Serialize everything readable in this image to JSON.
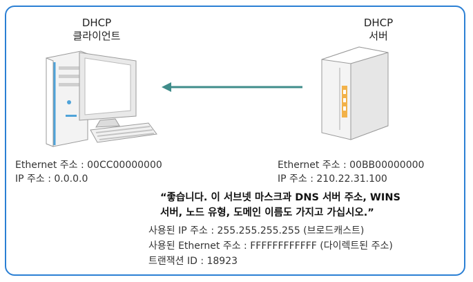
{
  "client": {
    "title_line1": "DHCP",
    "title_line2": "클라이언트",
    "ethernet": "Ethernet 주소 : 00CC00000000",
    "ip": "IP 주소 : 0.0.0.0"
  },
  "server": {
    "title_line1": "DHCP",
    "title_line2": "서버",
    "ethernet": "Ethernet 주소 : 00BB00000000",
    "ip": "IP 주소 : 210.22.31.100"
  },
  "message": {
    "quote_line1": "“좋습니다. 이 서브넷 마스크과 DNS 서버 주소, WINS",
    "quote_line2": "서버, 노드 유형, 도메인 이름도 가지고 가십시오.”",
    "used_ip": "사용된 IP 주소 : 255.255.255.255 (브로드캐스트)",
    "used_ethernet": "사용된 Ethernet 주소 : FFFFFFFFFFFF (다이렉트된 주소)",
    "transaction": "트랜잭션 ID : 18923"
  },
  "colors": {
    "frame": "#2a7fd4",
    "arrow": "#3f8c8a",
    "accent_orange": "#f2b24a",
    "client_blue": "#4fa3d9"
  },
  "icons": [
    "desktop-computer-icon",
    "server-tower-icon",
    "left-arrow-icon"
  ]
}
